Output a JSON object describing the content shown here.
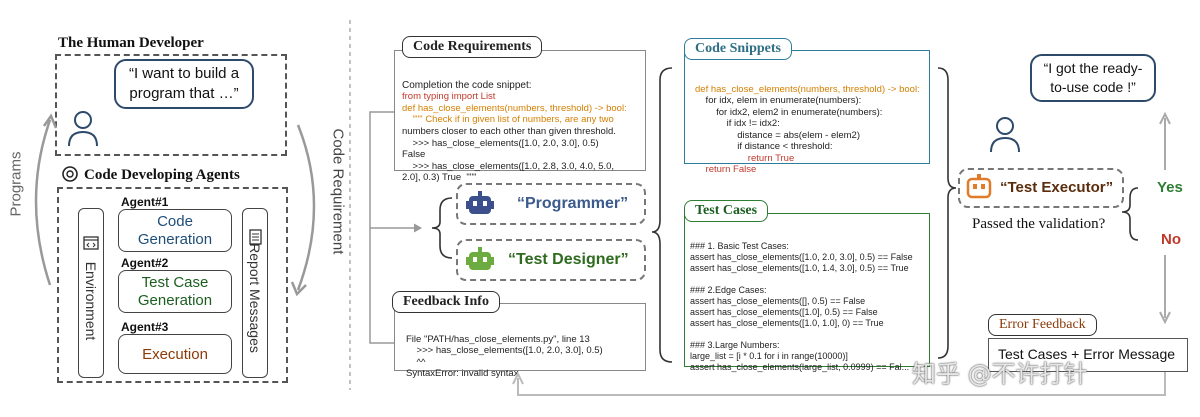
{
  "left": {
    "human_title": "The Human Developer",
    "human_quote": "“I want to build a program that …”",
    "agents_title": "Code Developing Agents",
    "agent1_label": "Agent#1",
    "agent1_task": "Code Generation",
    "agent2_label": "Agent#2",
    "agent2_task": "Test Case Generation",
    "agent3_label": "Agent#3",
    "agent3_task": "Execution",
    "environment_label": "Environment",
    "report_label": "Report Messages",
    "programs_label": "Programs",
    "code_requirement_label": "Code Requirement"
  },
  "requirements": {
    "title": "Code Requirements",
    "lines": [
      "Completion the code snippet:",
      "from typing import List",
      "def has_close_elements(numbers, threshold) -> bool:",
      "    \"\"\" Check if in given list of numbers, are any two",
      "numbers closer to each other than given threshold.",
      "    >>> has_close_elements([1.0, 2.0, 3.0], 0.5)",
      "False",
      "    >>> has_close_elements([1.0, 2.8, 3.0, 4.0, 5.0,",
      "2.0], 0.3) True  \"\"\""
    ]
  },
  "roles": {
    "programmer": "“Programmer”",
    "test_designer": "“Test Designer”"
  },
  "feedback": {
    "title": "Feedback Info",
    "lines": [
      "File \"PATH/has_close_elements.py\", line 13",
      "    >>> has_close_elements([1.0, 2.0, 3.0], 0.5)",
      "    ^^",
      "SyntaxError: invalid syntax"
    ]
  },
  "snippets": {
    "title": "Code Snippets",
    "lines": [
      "def has_close_elements(numbers, threshold) -> bool:",
      "    for idx, elem in enumerate(numbers):",
      "        for idx2, elem2 in enumerate(numbers):",
      "            if idx != idx2:",
      "                distance = abs(elem - elem2)",
      "                if distance < threshold:",
      "                    return True",
      "    return False"
    ]
  },
  "tests": {
    "title": "Test Cases",
    "lines": [
      "### 1. Basic Test Cases:",
      "assert has_close_elements([1.0, 2.0, 3.0], 0.5) == False",
      "assert has_close_elements([1.0, 1.4, 3.0], 0.5) == True",
      "",
      "### 2.Edge Cases:",
      "assert has_close_elements([], 0.5) == False",
      "assert has_close_elements([1.0], 0.5) == False",
      "assert has_close_elements([1.0, 1.0], 0) == True",
      "",
      "### 3.Large Numbers:",
      "large_list = [i * 0.1 for i in range(10000)]",
      "assert has_close_elements(large_list, 0.0999) == Fal..."
    ]
  },
  "right": {
    "user_quote": "“I got the ready-to-use code !”",
    "executor": "“Test Executor”",
    "question": "Passed the validation?",
    "yes": "Yes",
    "no": "No",
    "error_title": "Error Feedback",
    "error_body": "Test Cases + Error Message",
    "watermark": "知乎 @不许打针"
  },
  "colors": {
    "snippets_border": "#2e7d9a",
    "tests_border": "#2e7d32",
    "yes": "#2e7d32",
    "no": "#c0392b",
    "executor_orange": "#e07b2a",
    "programmer_blue": "#3b4f8c",
    "designer_green": "#6bab3f"
  }
}
